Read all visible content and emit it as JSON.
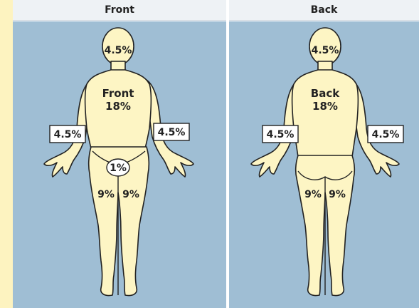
{
  "headers": {
    "front": "Front",
    "back": "Back"
  },
  "front": {
    "head": "4.5%",
    "torso_label": "Front",
    "torso_pct": "18%",
    "left_arm": "4.5%",
    "right_arm": "4.5%",
    "genital": "1%",
    "left_leg": "9%",
    "right_leg": "9%"
  },
  "back": {
    "head": "4.5%",
    "torso_label": "Back",
    "torso_pct": "18%",
    "left_arm": "4.5%",
    "right_arm": "4.5%",
    "left_leg": "9%",
    "right_leg": "9%"
  },
  "colors": {
    "skin": "#fdf5c4",
    "background": "#9fbed4",
    "sidebar": "#fdf3c0"
  }
}
